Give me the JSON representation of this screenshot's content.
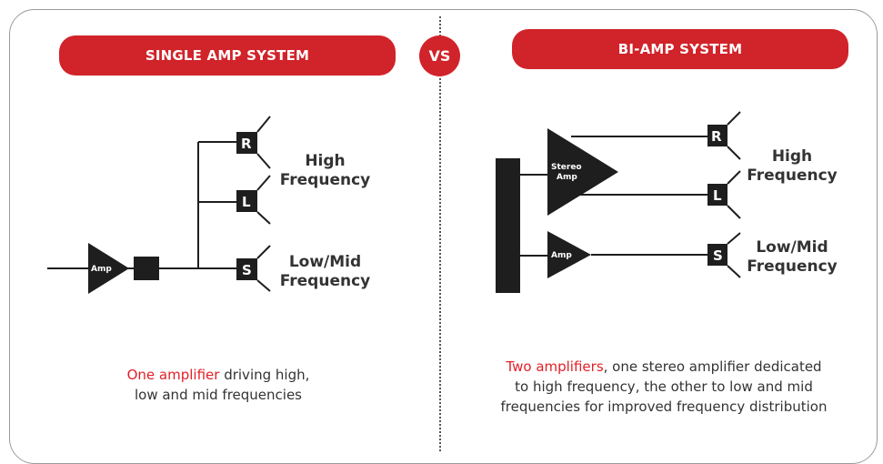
{
  "left": {
    "title": "SINGLE AMP SYSTEM",
    "amp_label": "Amp",
    "speakers": [
      "R",
      "L",
      "S"
    ],
    "high_label_1": "High",
    "high_label_2": "Frequency",
    "low_label_1": "Low/Mid",
    "low_label_2": "Frequency",
    "caption_highlight": "One amplifier",
    "caption_rest_1": " driving high,",
    "caption_line_2": "low and mid frequencies"
  },
  "vs_label": "VS",
  "right": {
    "title": "BI-AMP SYSTEM",
    "stereo_amp_label_1": "Stereo",
    "stereo_amp_label_2": "Amp",
    "amp_label": "Amp",
    "speakers": [
      "R",
      "L",
      "S"
    ],
    "high_label_1": "High",
    "high_label_2": "Frequency",
    "low_label_1": "Low/Mid",
    "low_label_2": "Frequency",
    "caption_highlight": "Two amplifiers",
    "caption_rest_1": ", one stereo amplifier dedicated",
    "caption_line_2": "to high frequency, the other to low and mid",
    "caption_line_3": "frequencies for improved frequency distribution"
  },
  "colors": {
    "accent": "#d1232a",
    "text_highlight": "#e21f26",
    "dark": "#1e1e1e"
  }
}
